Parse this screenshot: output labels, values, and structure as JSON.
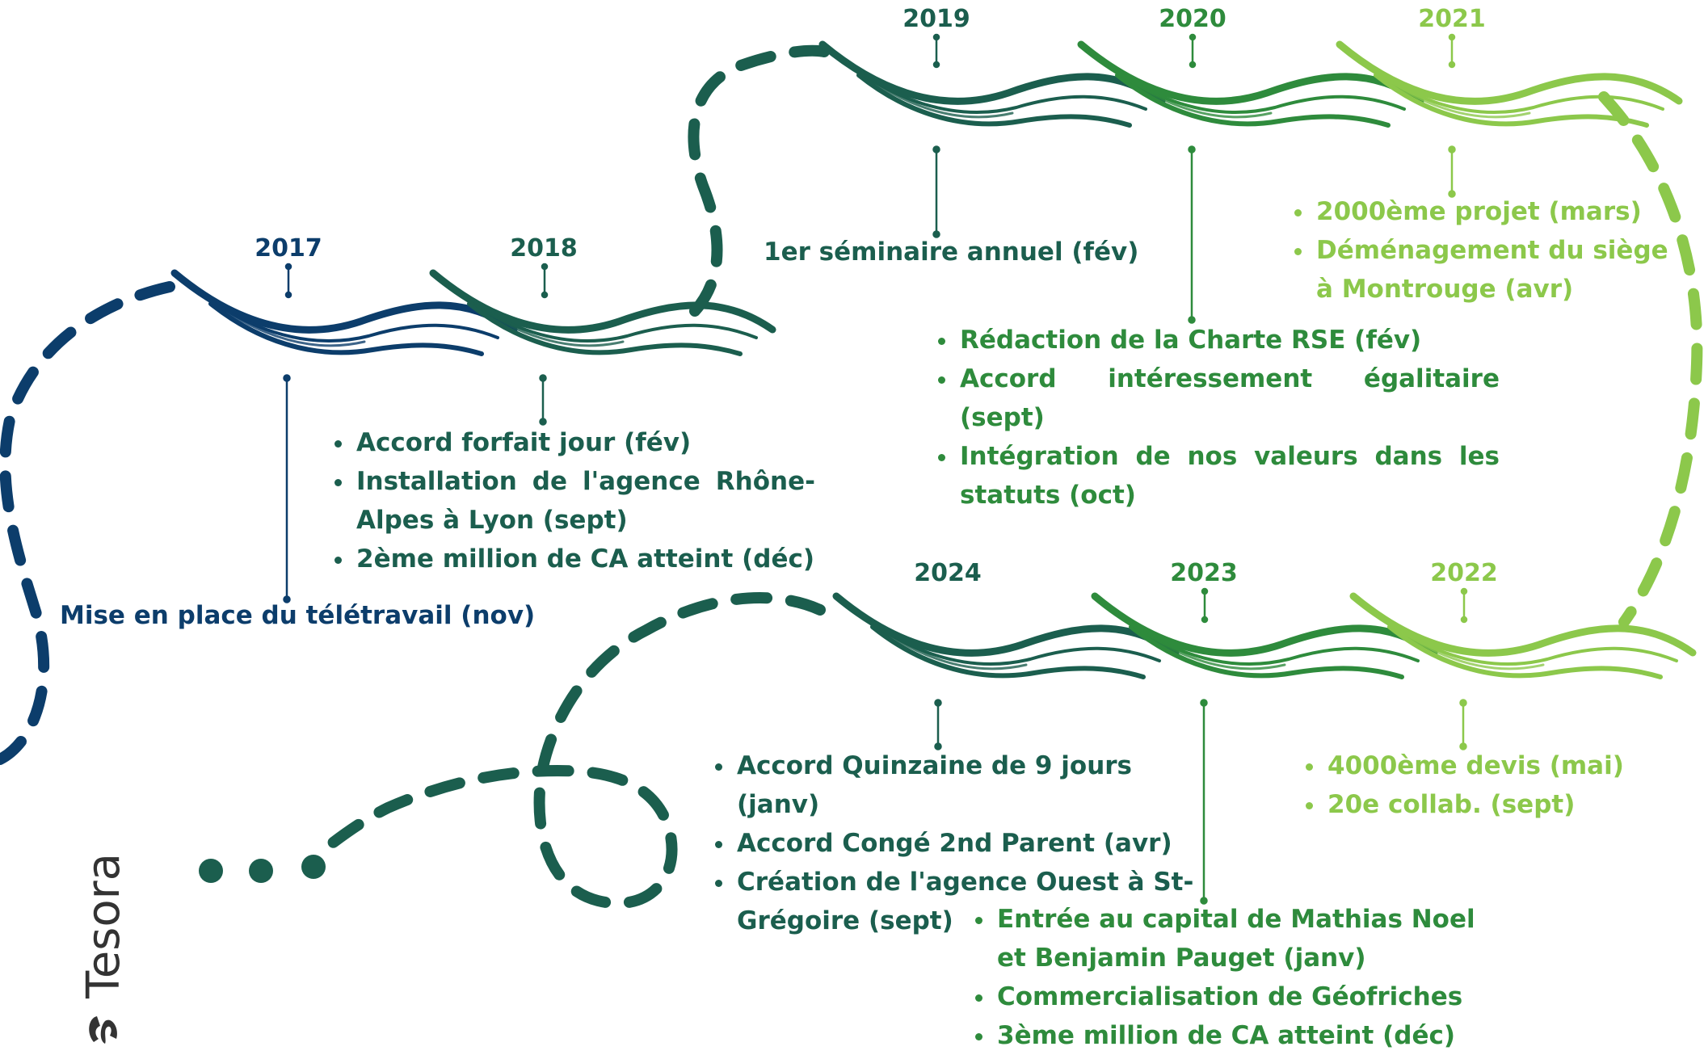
{
  "colors": {
    "navy": "#0c3d6b",
    "dark_green": "#1b5e4e",
    "mid_green": "#2e8b3c",
    "light_green": "#8cc84b",
    "brand_gray": "#333333"
  },
  "brand": {
    "name": "Tesora",
    "logo_icon": "tesora-logo-icon"
  },
  "milestones": {
    "y2017": {
      "year": "2017",
      "event": "Mise en place du télétravail (nov)"
    },
    "y2018": {
      "year": "2018",
      "events": [
        "Accord forfait jour (fév)",
        "Installation de l'agence Rhône-Alpes à Lyon (sept)",
        "2ème million de CA atteint (déc)"
      ]
    },
    "y2019": {
      "year": "2019",
      "event": "1er séminaire annuel (fév)"
    },
    "y2020": {
      "year": "2020",
      "events": [
        "Rédaction de la Charte RSE (fév)",
        "Accord intéressement égalitaire (sept)",
        "Intégration de nos valeurs dans les statuts (oct)"
      ]
    },
    "y2021": {
      "year": "2021",
      "events": [
        "2000ème projet (mars)",
        "Déménagement du siège à Montrouge (avr)"
      ]
    },
    "y2022": {
      "year": "2022",
      "events": [
        "4000ème devis (mai)",
        "20e collab. (sept)"
      ]
    },
    "y2023": {
      "year": "2023",
      "events": [
        "Entrée au capital de Mathias Noel et Benjamin Pauget  (janv)",
        "Commercialisation de Géofriches",
        "3ème million de CA atteint (déc)"
      ]
    },
    "y2024": {
      "year": "2024",
      "events": [
        "Accord Quinzaine de 9 jours (janv)",
        "Accord Congé 2nd Parent (avr)",
        "Création de l'agence Ouest à St-Grégoire (sept)"
      ]
    }
  }
}
